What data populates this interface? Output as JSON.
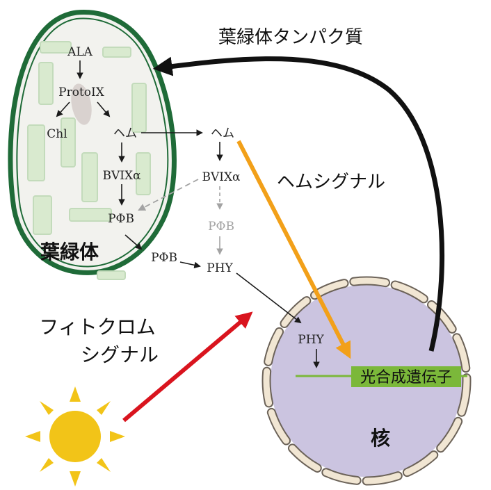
{
  "labels": {
    "chloroplast_protein": "葉緑体タンパク質",
    "heme_signal": "ヘムシグナル",
    "phytochrome_signal_line1": "フィトクロム",
    "phytochrome_signal_line2": "シグナル",
    "chloroplast": "葉緑体",
    "nucleus": "核",
    "photosynthesis_genes": "光合成遺伝子"
  },
  "chloroplast_pathway": {
    "ala": "ALA",
    "protoix": "ProtoIX",
    "chl": "Chl",
    "heme": "ヘム",
    "bvixa": "BVIXα",
    "pfb": "PΦB"
  },
  "cytosol_pathway": {
    "heme": "ヘム",
    "bvixa": "BVIXα",
    "pfb_faded": "PΦB",
    "pfb": "PΦB",
    "phy": "PHY"
  },
  "nucleus_pathway": {
    "phy": "PHY"
  },
  "colors": {
    "chloroplast_outline": "#1f6b38",
    "chloroplast_fill": "#f2f2ee",
    "thylakoid": "#cfe3c8",
    "nucleus_fill": "#cbc4e0",
    "envelope_pore": "#f1e6d3",
    "heme_arrow": "#f2a019",
    "light_arrow": "#d9141e",
    "sun": "#f2c418",
    "gene_band": "#7bb83a",
    "protein_arrow": "#111111"
  }
}
